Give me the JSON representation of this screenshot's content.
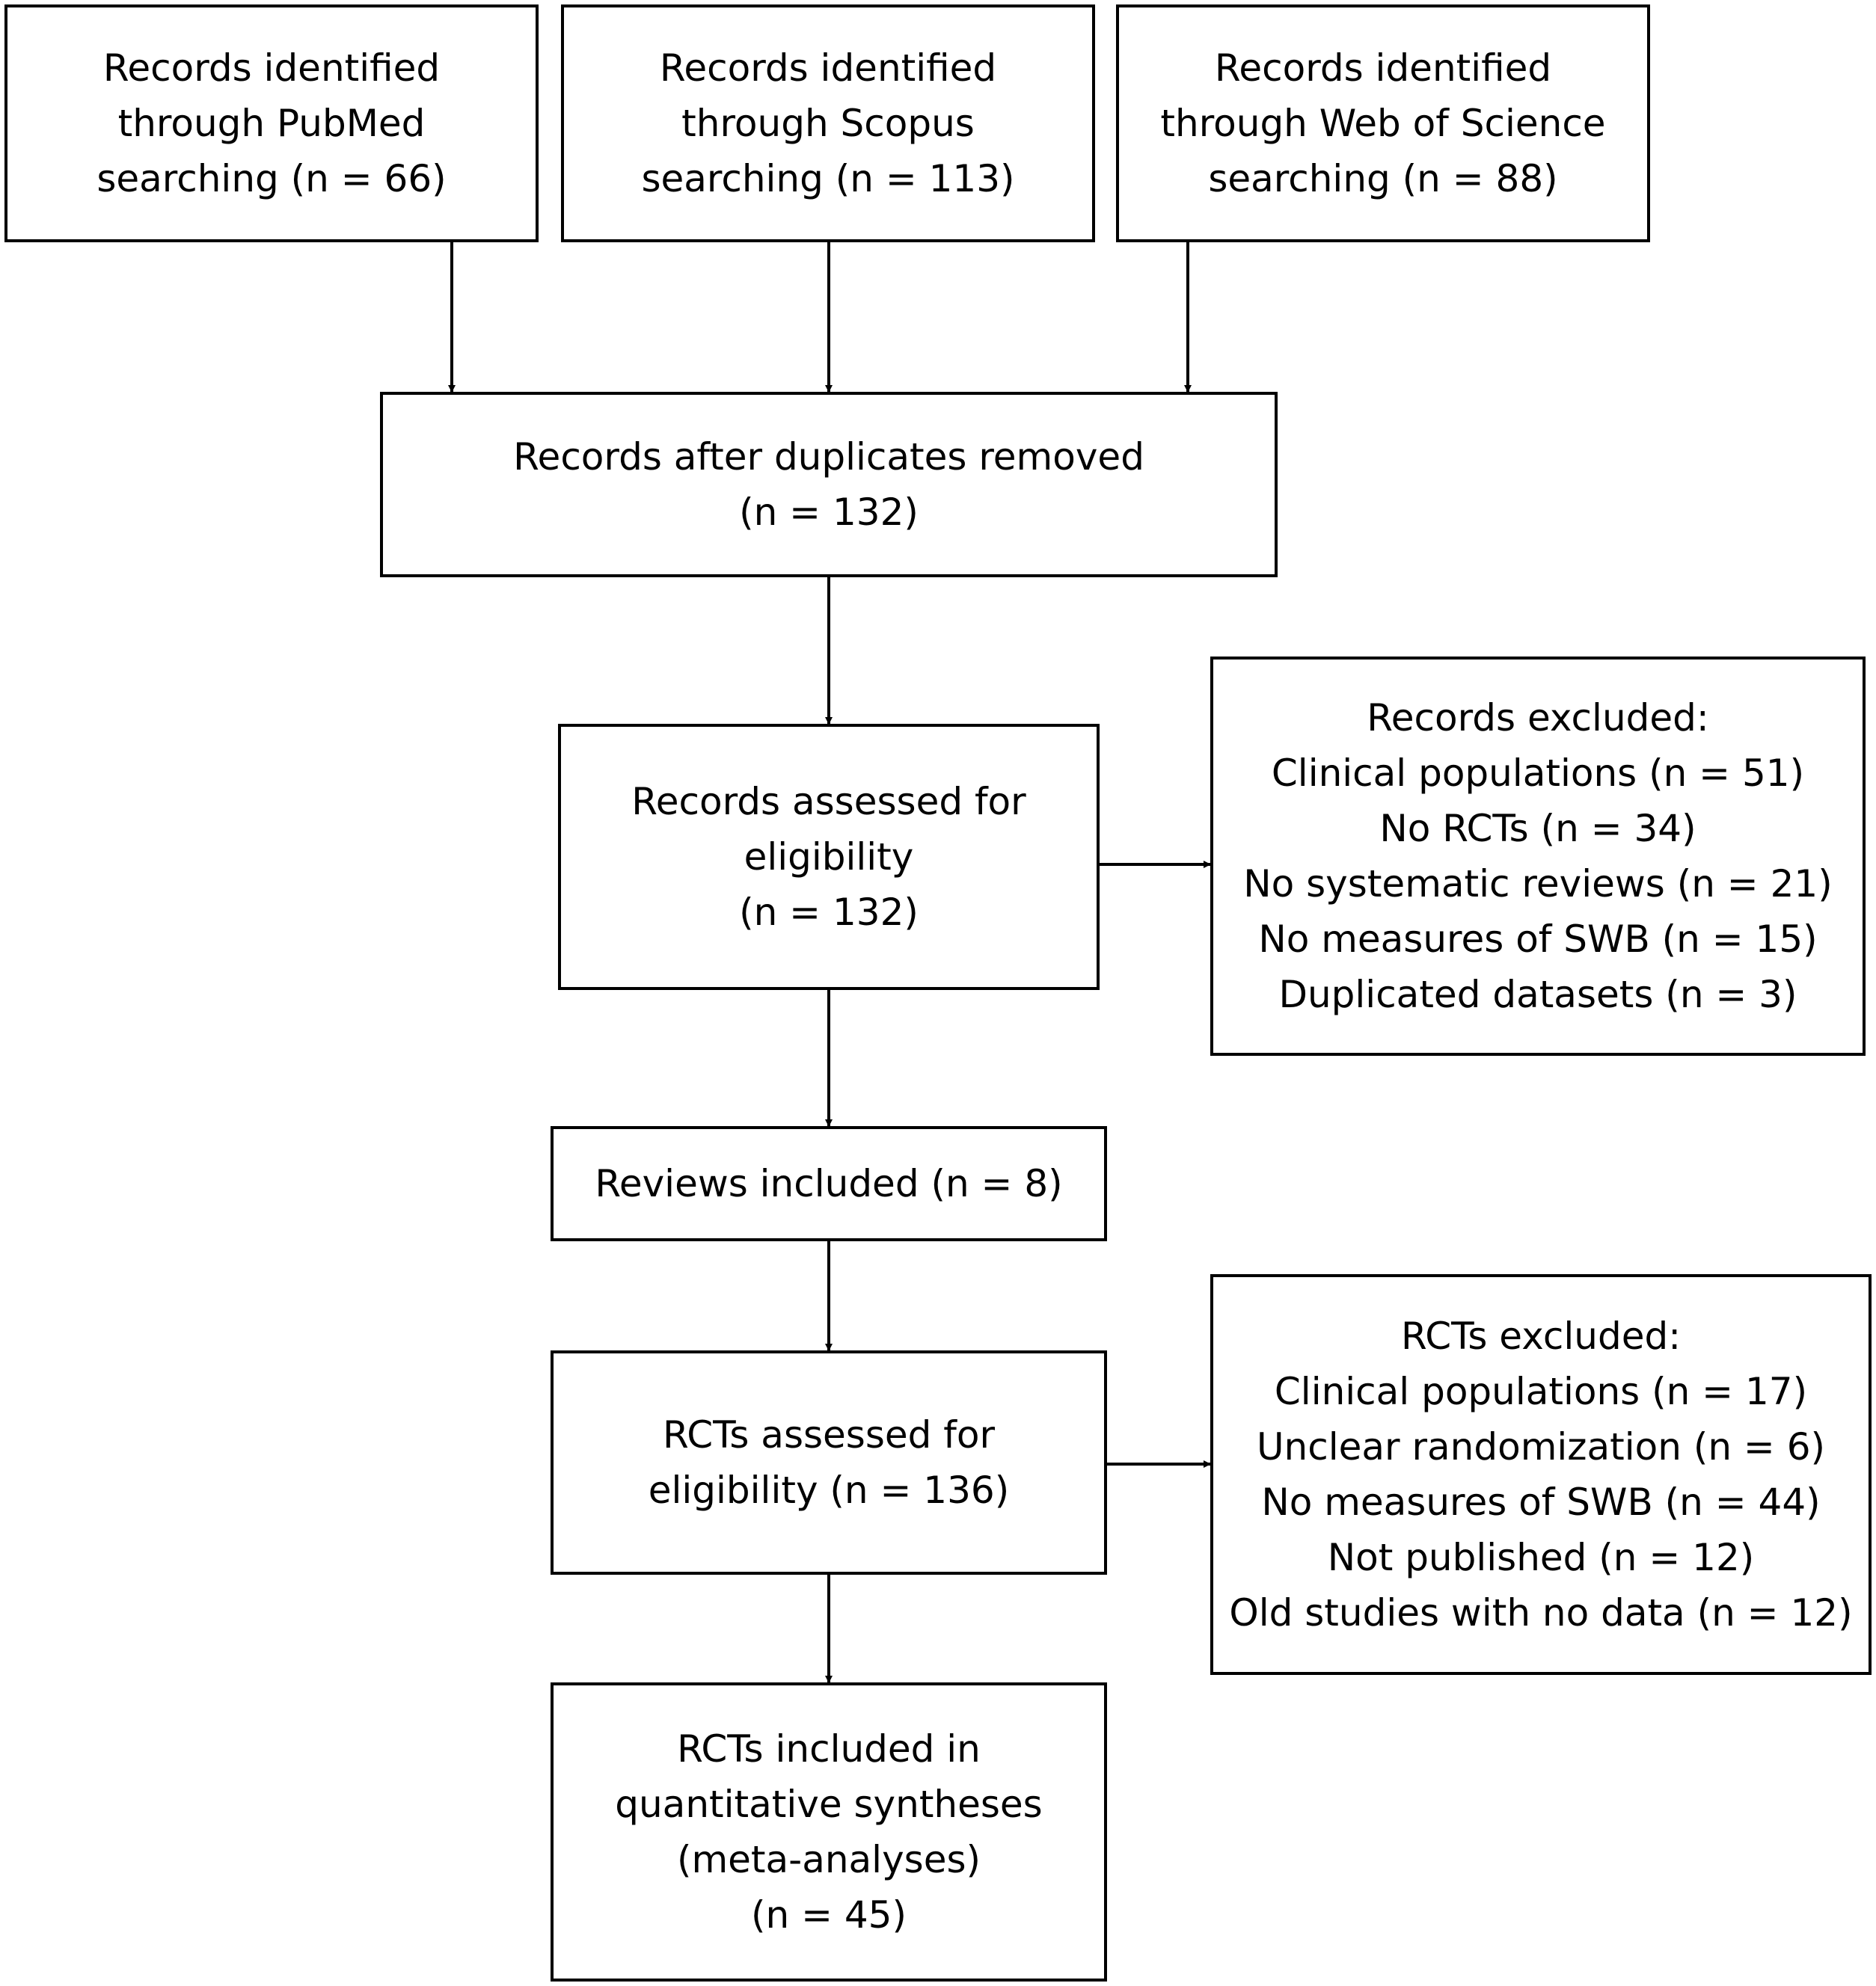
{
  "nodes": {
    "pubmed": {
      "lines": [
        "Records identified",
        "through PubMed",
        "searching (n = 66)"
      ]
    },
    "scopus": {
      "lines": [
        "Records identified",
        "through Scopus",
        "searching (n = 113)"
      ]
    },
    "wos": {
      "lines": [
        "Records identified",
        "through Web of Science",
        "searching (n = 88)"
      ]
    },
    "dedup": {
      "lines": [
        "Records after duplicates removed",
        "(n = 132)"
      ]
    },
    "assessed": {
      "lines": [
        "Records assessed for",
        "eligibility",
        "(n = 132)"
      ]
    },
    "excluded_records": {
      "lines": [
        "Records excluded:",
        "Clinical populations (n = 51)",
        "No RCTs (n = 34)",
        "No systematic reviews (n = 21)",
        "No measures of SWB (n = 15)",
        "Duplicated datasets (n = 3)"
      ]
    },
    "reviews": {
      "lines": [
        "Reviews included (n = 8)"
      ]
    },
    "rcts_assessed": {
      "lines": [
        "RCTs assessed for",
        "eligibility (n = 136)"
      ]
    },
    "rcts_excluded": {
      "lines": [
        "RCTs excluded:",
        "Clinical populations (n = 17)",
        "Unclear randomization (n = 6)",
        "No measures of SWB (n = 44)",
        "Not published (n = 12)",
        "Old studies with no data (n = 12)"
      ]
    },
    "included": {
      "lines": [
        "RCTs included in",
        "quantitative syntheses",
        "(meta-analyses)",
        "(n = 45)"
      ]
    }
  },
  "edges": [
    {
      "from": "pubmed",
      "to": "dedup"
    },
    {
      "from": "scopus",
      "to": "dedup"
    },
    {
      "from": "wos",
      "to": "dedup"
    },
    {
      "from": "dedup",
      "to": "assessed"
    },
    {
      "from": "assessed",
      "to": "excluded_records"
    },
    {
      "from": "assessed",
      "to": "reviews"
    },
    {
      "from": "reviews",
      "to": "rcts_assessed"
    },
    {
      "from": "rcts_assessed",
      "to": "rcts_excluded"
    },
    {
      "from": "rcts_assessed",
      "to": "included"
    }
  ]
}
